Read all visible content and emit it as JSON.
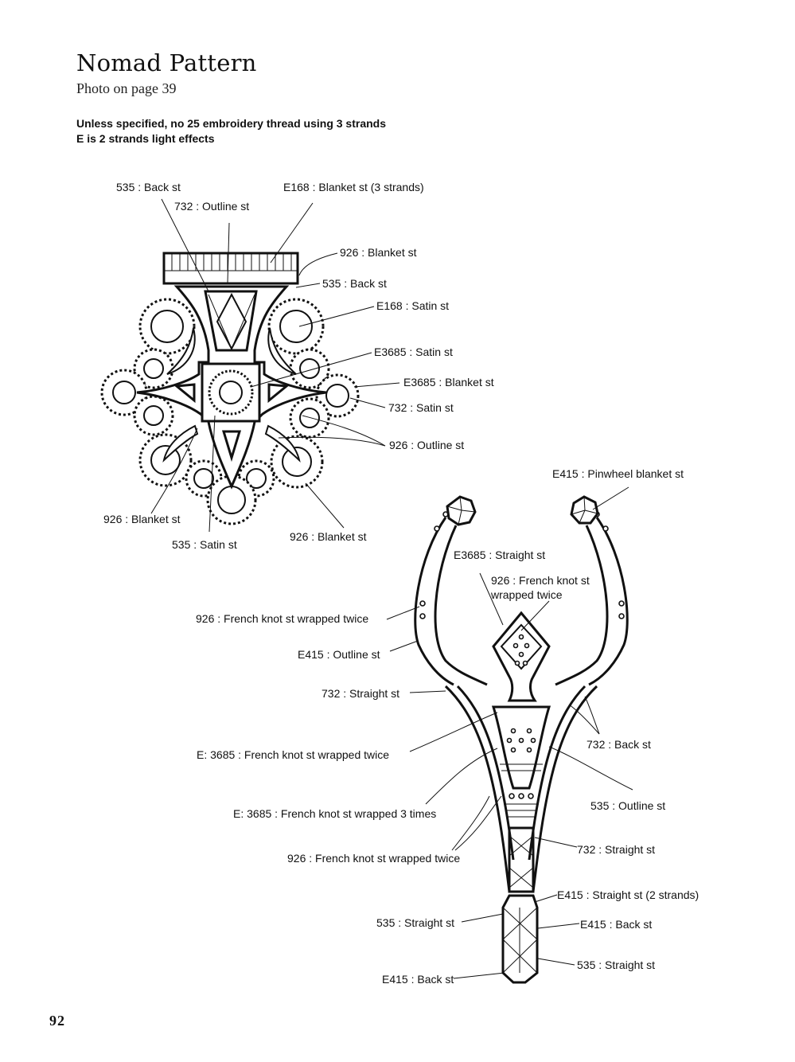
{
  "page": {
    "title": "Nomad Pattern",
    "subtitle": "Photo on page 39",
    "notes": [
      "Unless specified, no 25 embroidery thread using 3 strands",
      "E is 2 strands light effects"
    ],
    "page_number": "92"
  },
  "pendant_labels": [
    "535 : Back st",
    "732 : Outline st",
    "E168 : Blanket st (3 strands)",
    "926 : Blanket st",
    "535 : Back st",
    "E168 : Satin st",
    "E3685 : Satin st",
    "E3685 : Blanket st",
    "732 : Satin st",
    "926 : Outline st",
    "926 : Blanket st",
    "535 : Satin st",
    "926 : Blanket st"
  ],
  "fork_labels": [
    "E415 : Pinwheel blanket st",
    "E3685 : Straight st",
    "926 : French knot st",
    "wrapped twice",
    "926 : French knot st wrapped twice",
    "E415 : Outline st",
    "732 : Straight st",
    "732 : Back st",
    "E: 3685 : French knot st wrapped twice",
    "535 : Outline st",
    "E: 3685 : French knot st wrapped 3 times",
    "732 : Straight st",
    "926 : French knot st wrapped twice",
    "E415 : Straight st (2 strands)",
    "535 : Straight st",
    "E415 : Back st",
    "535 : Straight st",
    "E415 : Back st"
  ]
}
